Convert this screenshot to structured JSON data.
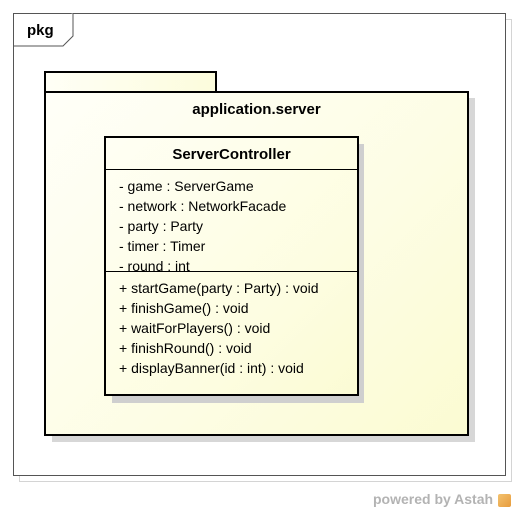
{
  "frame": {
    "label": "pkg"
  },
  "package": {
    "name": "application.server"
  },
  "class": {
    "name": "ServerController",
    "attributes": [
      "- game : ServerGame",
      "- network : NetworkFacade",
      "- party : Party",
      "- timer : Timer",
      "- round : int"
    ],
    "operations": [
      "+ startGame(party : Party) : void",
      "+ finishGame() : void",
      "+ waitForPlayers() : void",
      "+ finishRound() : void",
      "+ displayBanner(id : int) : void"
    ]
  },
  "watermark": {
    "text": "powered by Astah"
  }
}
